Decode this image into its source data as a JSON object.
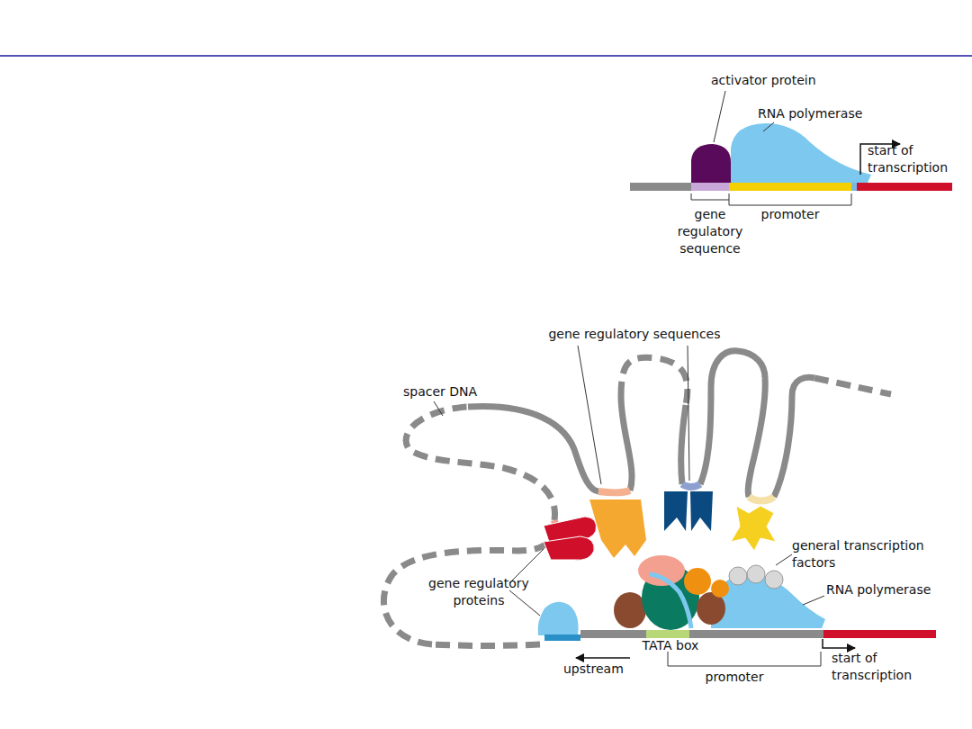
{
  "diagram": {
    "labels": [
      "activator protein",
      "RNA polymerase",
      "start of transcription",
      "gene regulatory sequence",
      "promoter",
      "gene regulatory sequences",
      "spacer DNA",
      "general transcription factors",
      "gene regulatory proteins",
      "RNA polymerase",
      "TATA box",
      "upstream",
      "promoter",
      "start of transcription"
    ]
  }
}
